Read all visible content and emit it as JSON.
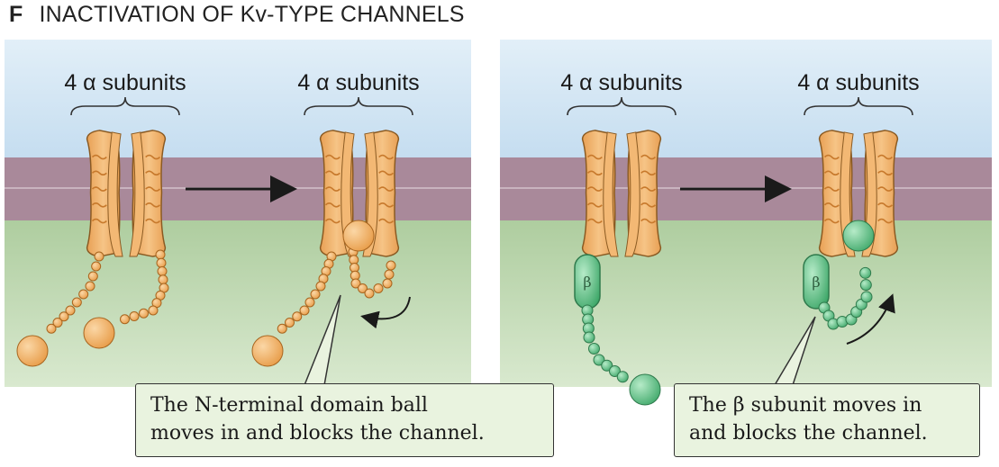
{
  "figure": {
    "panel_letter": "F",
    "title": "INACTIVATION OF Kv-TYPE CHANNELS"
  },
  "labels": {
    "subunits": "4 α subunits",
    "beta": "β"
  },
  "callouts": {
    "left": "The N-terminal domain ball\nmoves in and blocks  the channel.",
    "right": "The β subunit moves in\nand blocks the channel."
  },
  "colors": {
    "sky": "#cfe4f4",
    "membrane": "#a9899a",
    "cytoplasm": "#b5d2a8",
    "channel": "#f0b06a",
    "ball": "#f1b675",
    "beta": "#6fc48f",
    "callout_bg": "#e9f3df"
  }
}
